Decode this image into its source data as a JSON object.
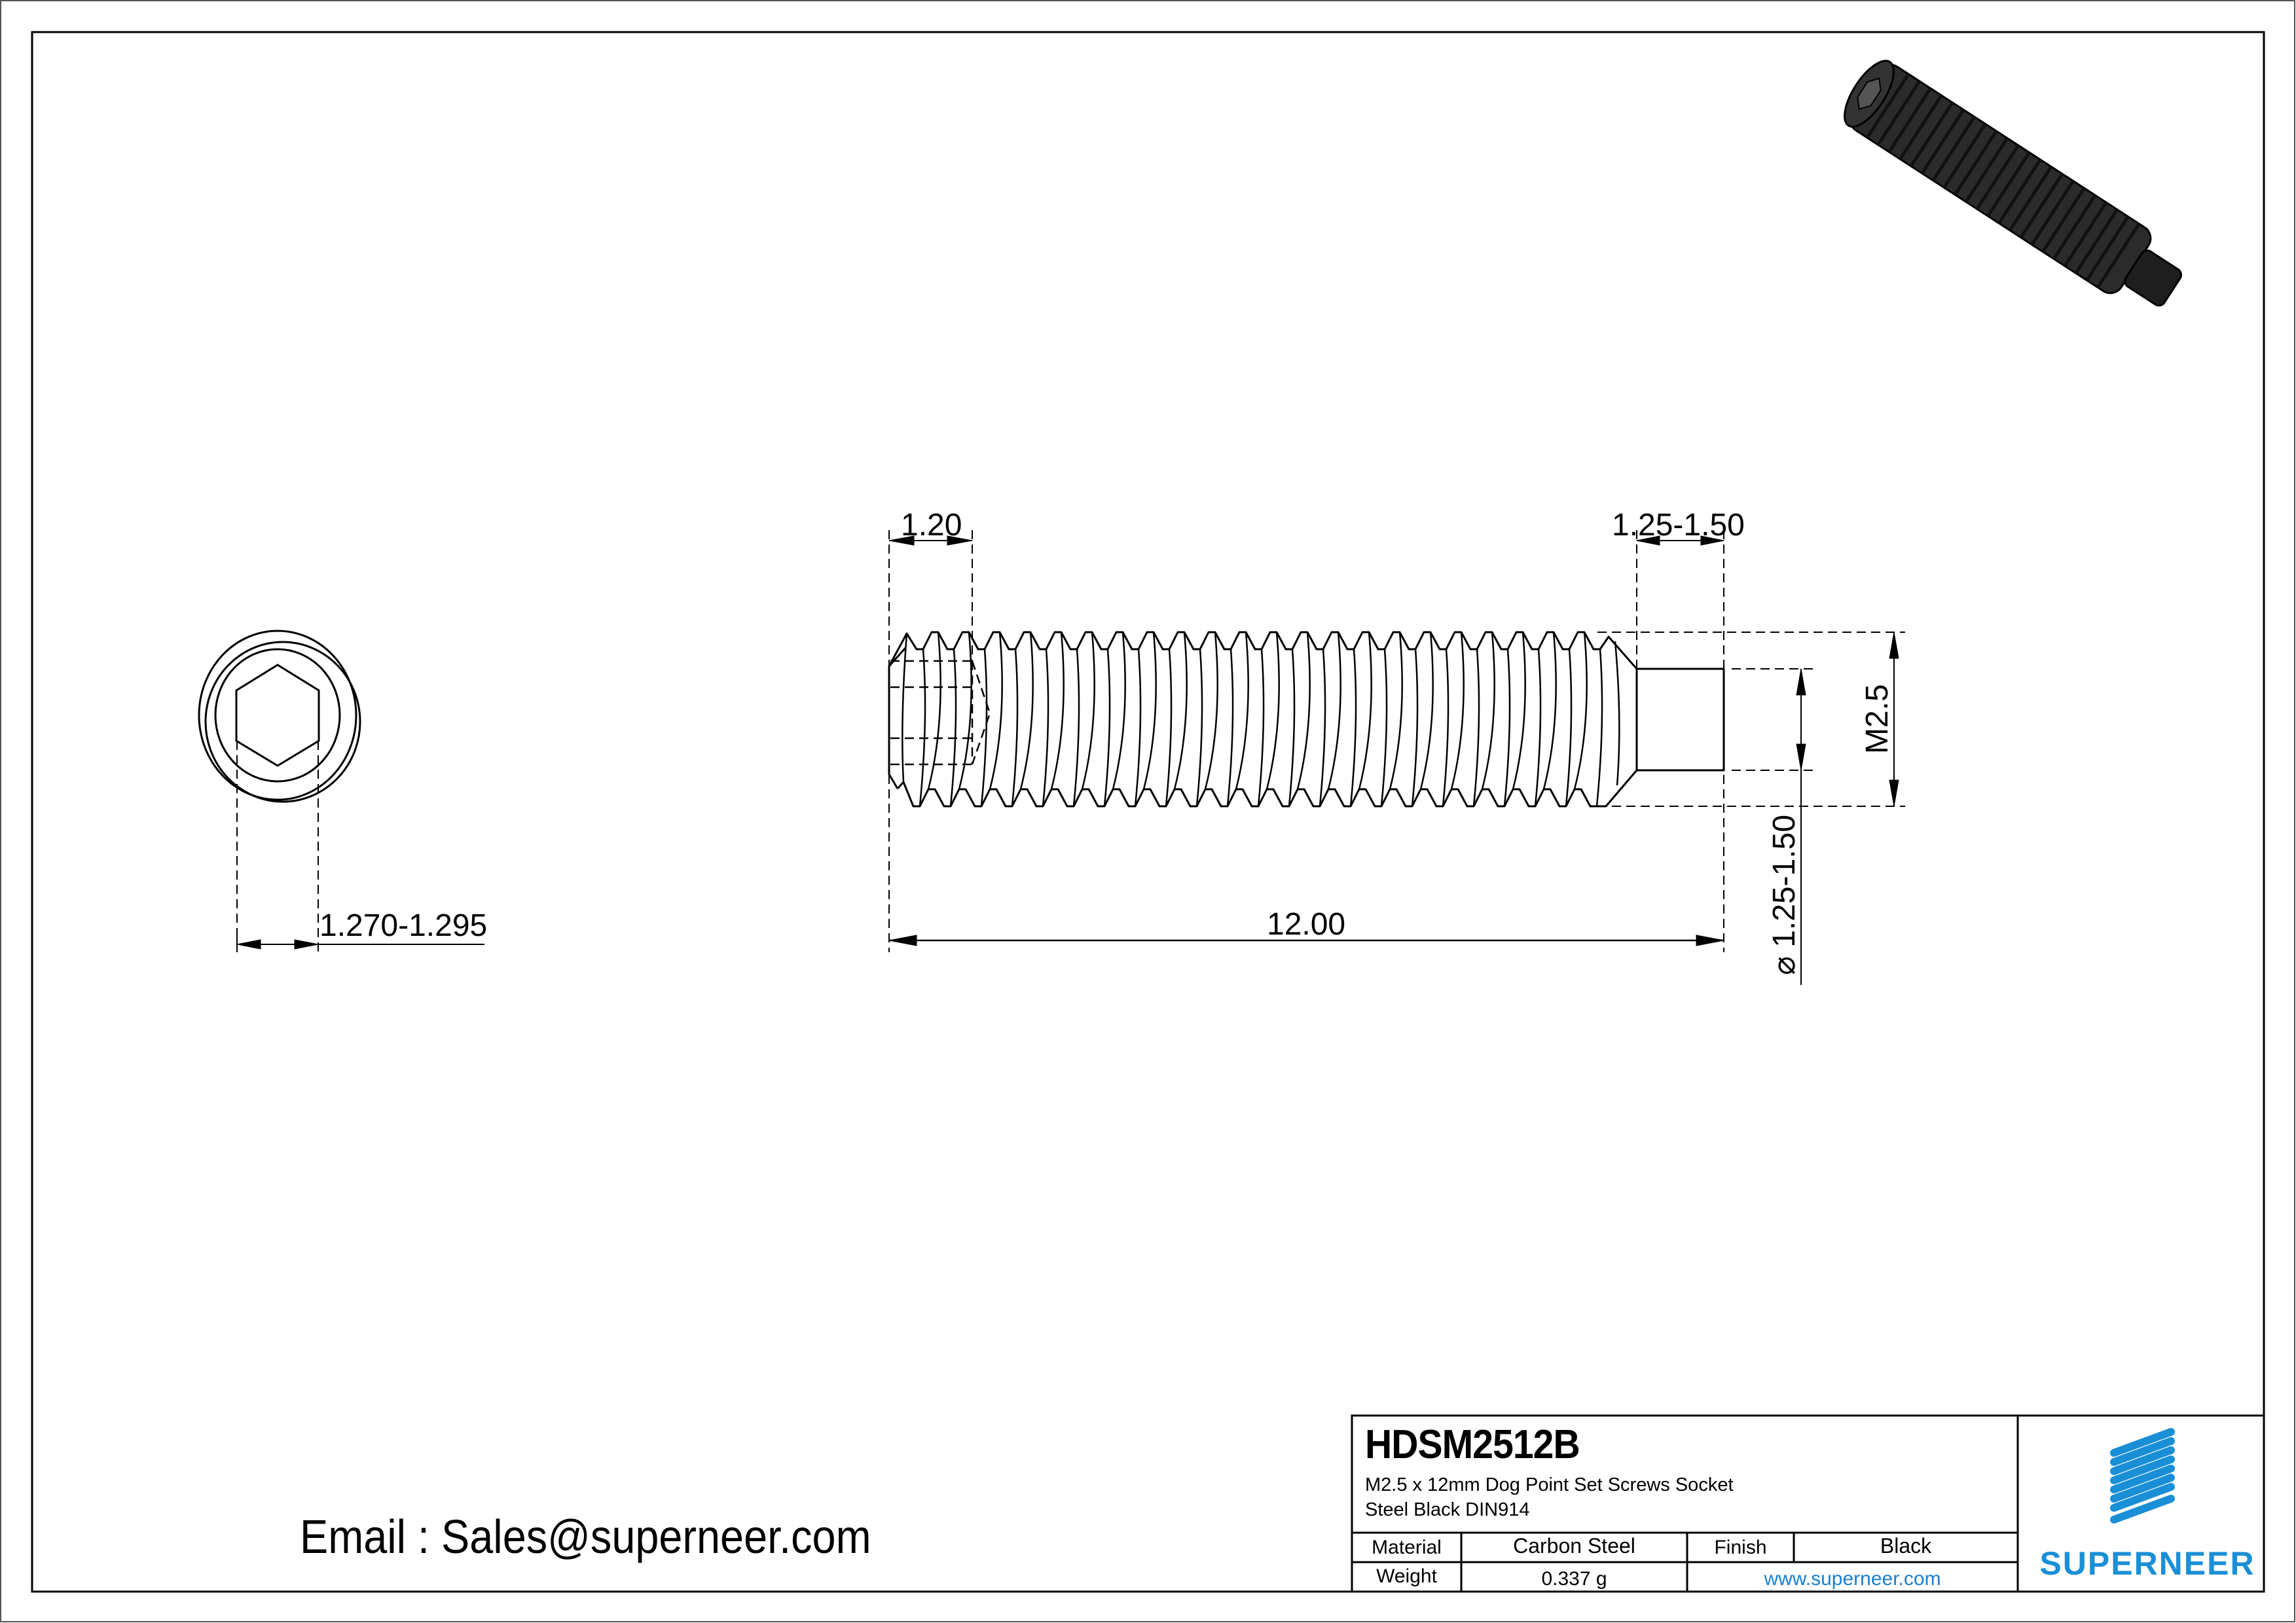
{
  "drawing": {
    "part_number": "HDSM2512B",
    "description_line1": "M2.5 x 12mm Dog Point Set Screws Socket",
    "description_line2": "Steel Black DIN914",
    "email": "Email : Sales@superneer.com"
  },
  "dimensions": {
    "socket_depth": "1.20",
    "dog_point_length": "1.25-1.50",
    "thread_size": "M2.5",
    "dog_point_diameter": "⌀ 1.25-1.50",
    "overall_length": "12.00",
    "hex_socket_size": "1.270-1.295"
  },
  "title_block": {
    "material_label": "Material",
    "material_value": "Carbon Steel",
    "finish_label": "Finish",
    "finish_value": "Black",
    "weight_label": "Weight",
    "weight_value": "0.337 g",
    "website": "www.superneer.com"
  },
  "logo": {
    "brand": "SUPERNEER",
    "color": "#1a8fd6"
  },
  "colors": {
    "line": "#000000",
    "brand_blue": "#1a8fd6",
    "link_blue": "#1a7fcf",
    "screw_render": "#2b2b2b"
  }
}
